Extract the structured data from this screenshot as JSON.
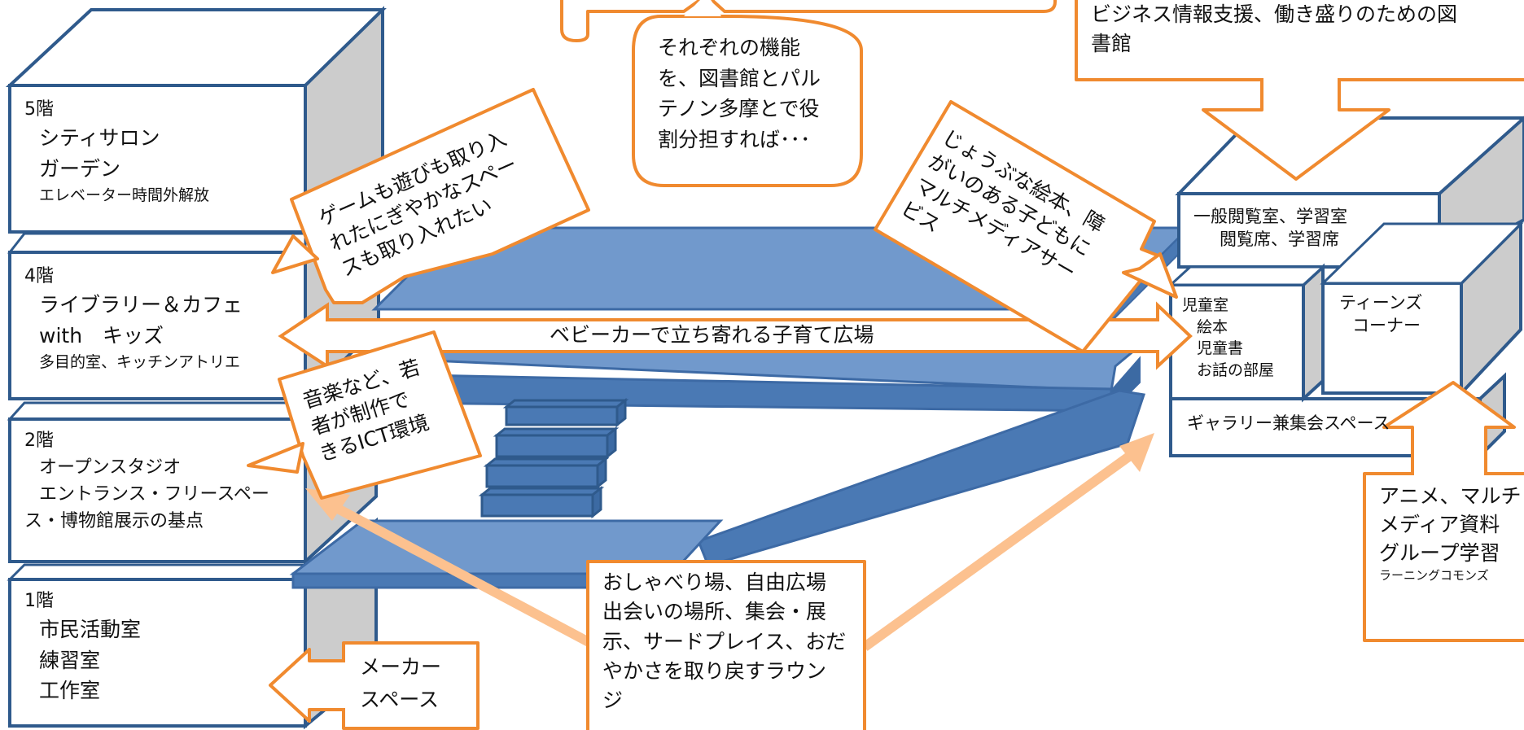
{
  "colors": {
    "box_border": "#2f5a8c",
    "box_side": "#cccccc",
    "floor_top": "#7199cc",
    "floor_dark": "#4a79b4",
    "callout_border": "#f08a2f",
    "arrow_light": "#fcc18f"
  },
  "floors": [
    {
      "id": "f5",
      "title": "5階",
      "rooms": [
        "シティサロン",
        "ガーデン"
      ],
      "note": "エレベーター時間外解放"
    },
    {
      "id": "f4",
      "title": "4階",
      "rooms": [
        "ライブラリー＆カフェ",
        "with　キッズ"
      ],
      "note": "多目的室、キッチンアトリエ"
    },
    {
      "id": "f2",
      "title": "2階",
      "rooms": [
        "オープンスタジオ",
        "エントランス・フリースペー",
        "ス・博物館展示の基点"
      ],
      "note": ""
    },
    {
      "id": "f1",
      "title": "1階",
      "rooms": [
        "市民活動室",
        "練習室",
        "工作室"
      ],
      "note": ""
    }
  ],
  "plaza_label": "ベビーカーで立ち寄れる子育て広場",
  "callouts": {
    "game": [
      "ゲームも遊びも取り入",
      "れたにぎやかなスペー",
      "スも取り入れたい"
    ],
    "music": [
      "音楽など、若",
      "者が制作で",
      "きるICT環境"
    ],
    "maker": [
      "メーカー",
      "スペース"
    ],
    "roles": [
      "それぞれの機能",
      "を、図書館とパル",
      "テノン多摩とで役",
      "割分担すれば･･･"
    ],
    "business": [
      "ビジネス情報支援、働き盛りのための図",
      "書館"
    ],
    "picturebooks": [
      "じょうぶな絵本、障",
      "がいのある子どもに",
      "マルチメディアサー",
      "ビス"
    ],
    "lounge": [
      "おしゃべり場、自由広場",
      "出会いの場所、集会・展",
      "示、サードプレイス、おだ",
      "やかさを取り戻すラウン",
      "ジ"
    ],
    "anime": [
      "アニメ、マルチ",
      "メディア資料",
      "グループ学習"
    ],
    "anime_note": "ラーニングコモンズ"
  },
  "right_building": {
    "reading": [
      "一般閲覧室、学習室",
      "閲覧席、学習席"
    ],
    "children": [
      "児童室",
      "絵本",
      "児童書",
      "お話の部屋"
    ],
    "teens": [
      "ティーンズ",
      "コーナー"
    ],
    "gallery": "ギャラリー兼集会スペース"
  }
}
